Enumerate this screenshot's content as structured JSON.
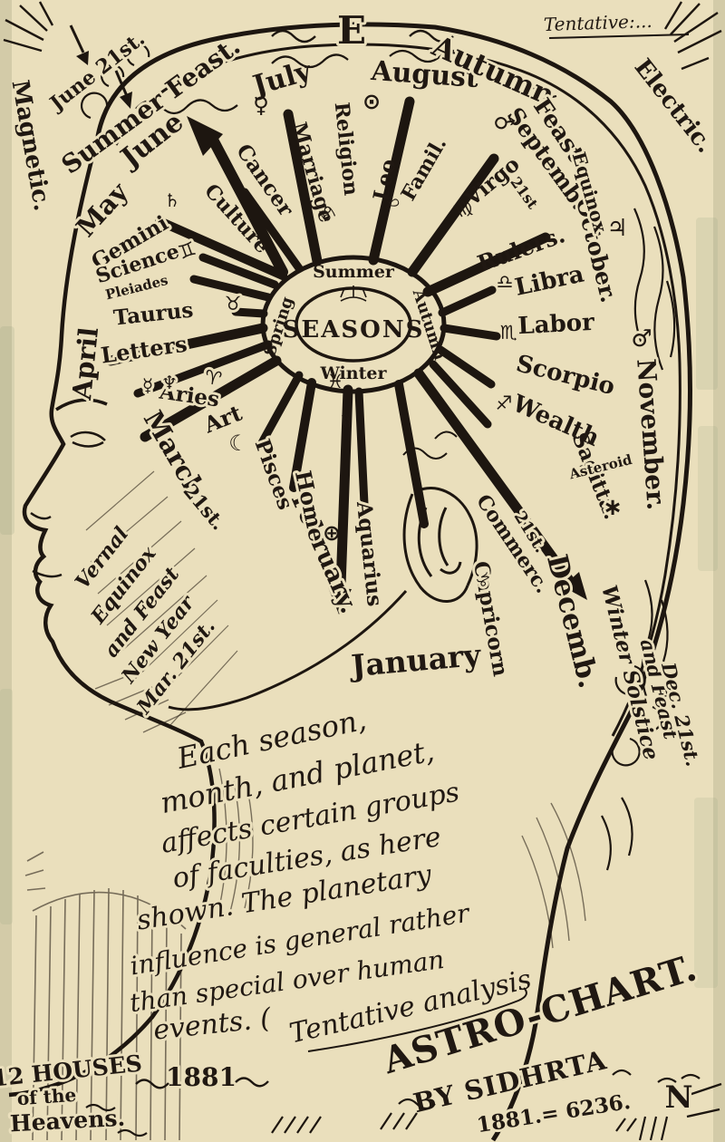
{
  "artwork": {
    "corner_note": "Tentative:...",
    "magnetic": "Magnetic.",
    "electric": "Electric.",
    "east_marker": "E"
  },
  "banners": {
    "june_21": "June 21st.",
    "summer_feast": "Summer Feast.",
    "autumn": "Autumn",
    "feast": "Feast.",
    "equinox": "Equinox"
  },
  "center": {
    "summer": "Summer",
    "seasons": "SEASONS",
    "winter": "Winter",
    "spring": "Spring",
    "autumn": "Autumn"
  },
  "months": [
    "June",
    "July",
    "August",
    "Septemb.",
    "October.",
    "November.",
    "Decemb.",
    "January",
    "February.",
    "March",
    "April",
    "May"
  ],
  "dates": {
    "sept_21": "21st",
    "march_21": "21st.",
    "commerce_21": "21st."
  },
  "zodiac": [
    "Cancer",
    "Leo",
    "Virgo",
    "Libra",
    "Scorpio",
    "Sagitta.",
    "Capricorn",
    "Aquarius",
    "Pisces",
    "Aries",
    "Taurus",
    "Gemini"
  ],
  "zodiac_glyphs": [
    "♋",
    "♌",
    "♍",
    "♎",
    "♏",
    "♐",
    "♑",
    "♒",
    "♓",
    "♈",
    "♉",
    "♊"
  ],
  "faculties": [
    "Culture",
    "Marriage",
    "Religion",
    "Famil.",
    "Rulers.",
    "Labor",
    "Wealth",
    "Commerc.",
    "Home",
    "Art",
    "Letters",
    "Science"
  ],
  "star_groups": {
    "pleiades": "Pleiades",
    "asteroid": "Asteroid"
  },
  "planet_glyphs": {
    "venus": "♀",
    "sun": "⊙",
    "mars": "♂",
    "jupiter": "♃",
    "mars_2": "♂",
    "saturn": "♄",
    "mercury": "☿",
    "neptune": "♆",
    "earth": "⊕",
    "moon": "☾",
    "sextile": "∗"
  },
  "vernal_note": [
    "Vernal",
    "Equinox",
    "and Feast",
    "New Year",
    "Mar. 21st."
  ],
  "winter_note": [
    "Winter Solstice",
    "and Feast",
    "Dec. 21st."
  ],
  "paragraph": [
    "Each season,",
    "month, and planet,",
    "affects certain groups",
    "of faculties, as here",
    "shown. The planetary",
    "influence is general rather",
    "than special over human",
    "events. (",
    "Tentative analysis"
  ],
  "footer": {
    "houses": [
      "12 HOUSES",
      "of the",
      "Heavens."
    ],
    "year": "1881",
    "title": "ASTRO-CHART.",
    "byline": "BY SIDHRTA",
    "epoch": "1881.= 6236.",
    "north": "N"
  },
  "colors": {
    "paper": "#eadfbc",
    "ink": "#1d1610"
  }
}
